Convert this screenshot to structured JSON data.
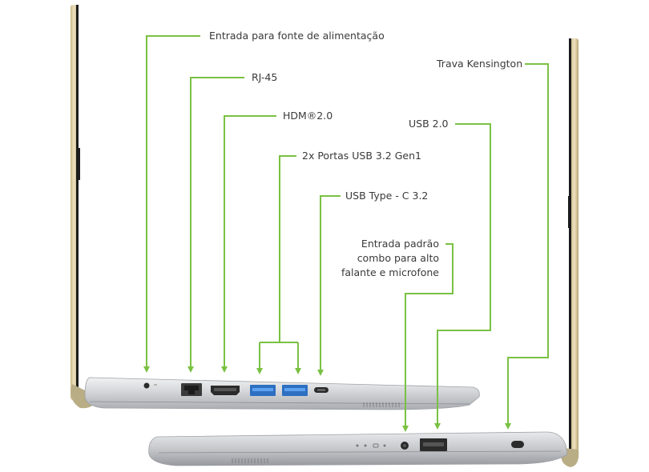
{
  "accent_line_color": "#7ac143",
  "labels": {
    "power": "Entrada para fonte de alimentação",
    "rj45": "RJ-45",
    "hdmi": "HDM®2.0",
    "usb32": "2x Portas USB 3.2 Gen1",
    "usbc": "USB Type - C 3.2",
    "usb20": "USB 2.0",
    "kensington": "Trava Kensington",
    "audio_line1": "Entrada padrão",
    "audio_line2": "combo para alto",
    "audio_line3": "falante e microfone"
  },
  "icons": [
    "power-port-icon",
    "rj45-port-icon",
    "hdmi-port-icon",
    "usb-a-port-icon",
    "usb-c-port-icon",
    "audio-jack-icon",
    "kensington-lock-icon"
  ]
}
